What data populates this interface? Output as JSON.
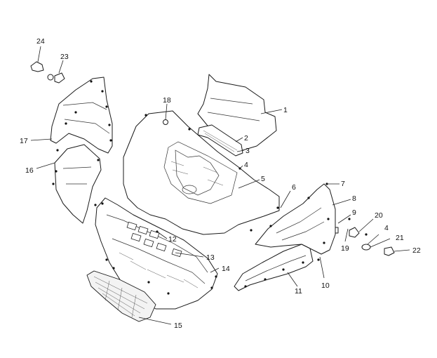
{
  "diagram": {
    "callouts": [
      {
        "id": "c1",
        "label": "1"
      },
      {
        "id": "c2",
        "label": "2"
      },
      {
        "id": "c3",
        "label": "3"
      },
      {
        "id": "c4a",
        "label": "4"
      },
      {
        "id": "c4b",
        "label": "4"
      },
      {
        "id": "c5",
        "label": "5"
      },
      {
        "id": "c6",
        "label": "6"
      },
      {
        "id": "c7",
        "label": "7"
      },
      {
        "id": "c8",
        "label": "8"
      },
      {
        "id": "c9",
        "label": "9"
      },
      {
        "id": "c10",
        "label": "10"
      },
      {
        "id": "c11",
        "label": "11"
      },
      {
        "id": "c12",
        "label": "12"
      },
      {
        "id": "c13",
        "label": "13"
      },
      {
        "id": "c14",
        "label": "14"
      },
      {
        "id": "c15",
        "label": "15"
      },
      {
        "id": "c16",
        "label": "16"
      },
      {
        "id": "c17",
        "label": "17"
      },
      {
        "id": "c18",
        "label": "18"
      },
      {
        "id": "c19",
        "label": "19"
      },
      {
        "id": "c20",
        "label": "20"
      },
      {
        "id": "c21",
        "label": "21"
      },
      {
        "id": "c22",
        "label": "22"
      },
      {
        "id": "c23",
        "label": "23"
      },
      {
        "id": "c24",
        "label": "24"
      }
    ]
  }
}
